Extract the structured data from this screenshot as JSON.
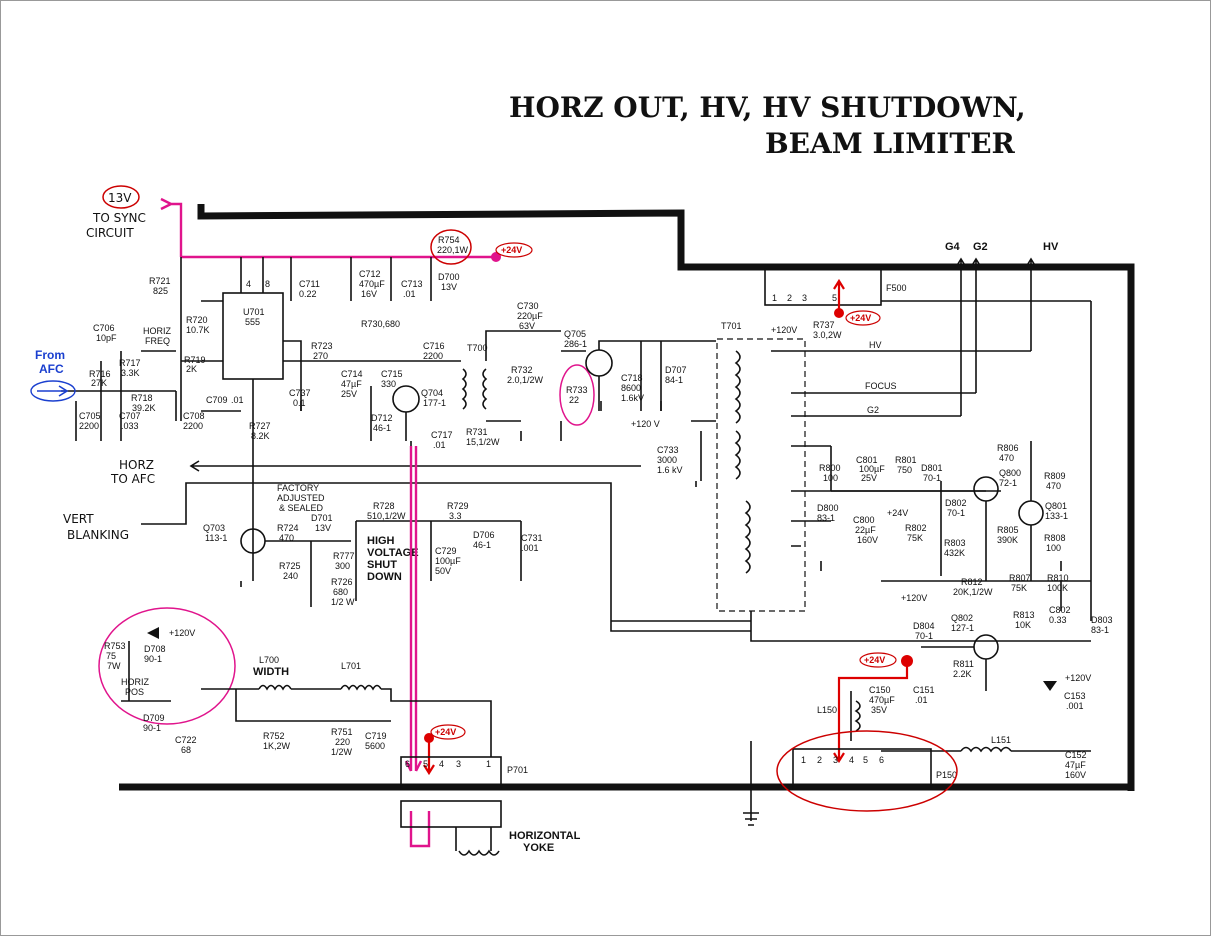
{
  "title": {
    "line1": "HORZ OUT, HV, HV SHUTDOWN,",
    "line2": "BEAM LIMITER"
  },
  "annotations": {
    "sync_voltage": "13V",
    "to_sync_1": "TO SYNC",
    "to_sync_2": "CIRCUIT",
    "from_afc_1": "From",
    "from_afc_2": "AFC",
    "plus24_a": "+24V",
    "plus24_b": "+24V",
    "plus24_c": "+24V",
    "plus24_d": "+24V",
    "horz_to_afc_1": "HORZ",
    "horz_to_afc_2": "TO AFC",
    "vert_blanking_1": "VERT",
    "vert_blanking_2": "BLANKING",
    "factory_1": "FACTORY",
    "factory_2": "ADJUSTED",
    "factory_3": "& SEALED",
    "high_voltage_1": "HIGH",
    "high_voltage_2": "VOLTAGE",
    "high_voltage_3": "SHUT",
    "high_voltage_4": "DOWN",
    "horizontal_yoke_1": "HORIZONTAL",
    "horizontal_yoke_2": "YOKE",
    "width": "WIDTH",
    "horiz_pos_1": "HORIZ",
    "horiz_pos_2": "POS",
    "horiz_freq_1": "HORIZ",
    "horiz_freq_2": "FREQ",
    "g4": "G4",
    "g2": "G2",
    "hv": "HV",
    "hv_line": "HV",
    "focus": "FOCUS",
    "g2_line": "G2",
    "plus120_a": "+120V",
    "plus120_b": "+120 V",
    "plus120_c": "+120V",
    "plus120_d": "+120V",
    "plus120_e": "+120V",
    "plus24_e": "+24V"
  },
  "components": {
    "u701": [
      "U701",
      "555"
    ],
    "r754": [
      "R754",
      "220,1W"
    ],
    "d700": [
      "D700",
      "13V"
    ],
    "c711": [
      "C711",
      "0.22"
    ],
    "c712": [
      "C712",
      "470µF",
      "16V"
    ],
    "c713": [
      "C713",
      ".01"
    ],
    "r721": [
      "R721",
      "825"
    ],
    "r720": [
      "R720",
      "10.7K"
    ],
    "r719": [
      "R719",
      "2K"
    ],
    "r717": [
      "R717",
      "3.3K"
    ],
    "r716": [
      "R716",
      "27K"
    ],
    "r718": [
      "R718",
      "39.2K"
    ],
    "c706": [
      "C706",
      "10pF"
    ],
    "c705": [
      "C705",
      "2200"
    ],
    "c707": [
      "C707",
      ".033"
    ],
    "c708": [
      "C708",
      "2200"
    ],
    "c709": [
      "C709",
      ".01"
    ],
    "r727": [
      "R727",
      "8.2K"
    ],
    "c737": [
      "C737",
      "0.1"
    ],
    "r723": [
      "R723",
      "270"
    ],
    "c714": [
      "C714",
      "47µF",
      "25V"
    ],
    "r730": [
      "R730,680"
    ],
    "c715": [
      "C715",
      "330"
    ],
    "c716": [
      "C716",
      "2200"
    ],
    "q704": [
      "Q704",
      "177-1"
    ],
    "d712": [
      "D712",
      "46-1"
    ],
    "c717": [
      "C717",
      ".01"
    ],
    "r731": [
      "R731",
      "15,1/2W"
    ],
    "t700": [
      "T700"
    ],
    "c730": [
      "C730",
      "220µF",
      "63V"
    ],
    "r732": [
      "R732",
      "2.0,1/2W"
    ],
    "r733": [
      "R733",
      "22"
    ],
    "q705": [
      "Q705",
      "286-1"
    ],
    "c718": [
      "C718",
      "8600",
      "1.6kV"
    ],
    "d707": [
      "D707",
      "84-1"
    ],
    "c733": [
      "C733",
      "3000",
      "1.6 kV"
    ],
    "t701": [
      "T701"
    ],
    "f500": [
      "F500"
    ],
    "r737": [
      "R737",
      "3.0,2W"
    ],
    "r800": [
      "R800",
      "100"
    ],
    "c801": [
      "C801",
      "100µF",
      "25V"
    ],
    "r801": [
      "R801",
      "750"
    ],
    "d801": [
      "D801",
      "70-1"
    ],
    "r806": [
      "R806",
      "470"
    ],
    "q800": [
      "Q800",
      "72-1"
    ],
    "r809": [
      "R809",
      "470"
    ],
    "q801": [
      "Q801",
      "133-1"
    ],
    "d800": [
      "D800",
      "83-1"
    ],
    "c800": [
      "C800",
      "22µF",
      "160V"
    ],
    "d802": [
      "D802",
      "70-1"
    ],
    "r802": [
      "R802",
      "75K"
    ],
    "r803": [
      "R803",
      "432K"
    ],
    "r805": [
      "R805",
      "390K"
    ],
    "r808": [
      "R808",
      "100"
    ],
    "r807": [
      "R807",
      "75K"
    ],
    "r810": [
      "R810",
      "100K"
    ],
    "r812": [
      "R812",
      "20K,1/2W"
    ],
    "r813": [
      "R813",
      "10K"
    ],
    "c802": [
      "C802",
      "0.33"
    ],
    "d803": [
      "D803",
      "83-1"
    ],
    "d804": [
      "D804",
      "70-1"
    ],
    "q802": [
      "Q802",
      "127-1"
    ],
    "r811": [
      "R811",
      "2.2K"
    ],
    "c150": [
      "C150",
      "470µF",
      "35V"
    ],
    "c151": [
      "C151",
      ".01"
    ],
    "l150": [
      "L150"
    ],
    "l151": [
      "L151"
    ],
    "c152": [
      "C152",
      "47µF",
      "160V"
    ],
    "c153": [
      "C153",
      ".001"
    ],
    "p150": [
      "P150"
    ],
    "p701": [
      "P701"
    ],
    "r728": [
      "R728",
      "510,1/2W"
    ],
    "r729": [
      "R729",
      "3.3"
    ],
    "d706": [
      "D706",
      "46-1"
    ],
    "c731": [
      "C731",
      ".001"
    ],
    "c729": [
      "C729",
      "100µF",
      "50V"
    ],
    "d701": [
      "D701",
      "13V"
    ],
    "r777": [
      "R777",
      "300"
    ],
    "r726": [
      "R726",
      "680",
      "1/2 W"
    ],
    "r724": [
      "R724",
      "470"
    ],
    "r725": [
      "R725",
      "240"
    ],
    "q703": [
      "Q703",
      "113-1"
    ],
    "r753": [
      "R753",
      "75",
      "7W"
    ],
    "d708": [
      "D708",
      "90-1"
    ],
    "d709": [
      "D709",
      "90-1"
    ],
    "c722": [
      "C722",
      "68"
    ],
    "l700": [
      "L700"
    ],
    "l701": [
      "L701"
    ],
    "r752": [
      "R752",
      "1K,2W"
    ],
    "r751": [
      "R751",
      "220",
      "1/2W"
    ],
    "c719": [
      "C719",
      "5600"
    ]
  },
  "pin_labels": {
    "p701": [
      "6",
      "5",
      "4",
      "3",
      "1"
    ],
    "p150": [
      "1",
      "2",
      "3",
      "4",
      "5",
      "6"
    ],
    "f500": [
      "1",
      "2",
      "3",
      "5"
    ]
  },
  "colors": {
    "highlight_magenta": "#e0148c",
    "highlight_red": "#d00000",
    "highlight_blue": "#1a3fcf"
  }
}
